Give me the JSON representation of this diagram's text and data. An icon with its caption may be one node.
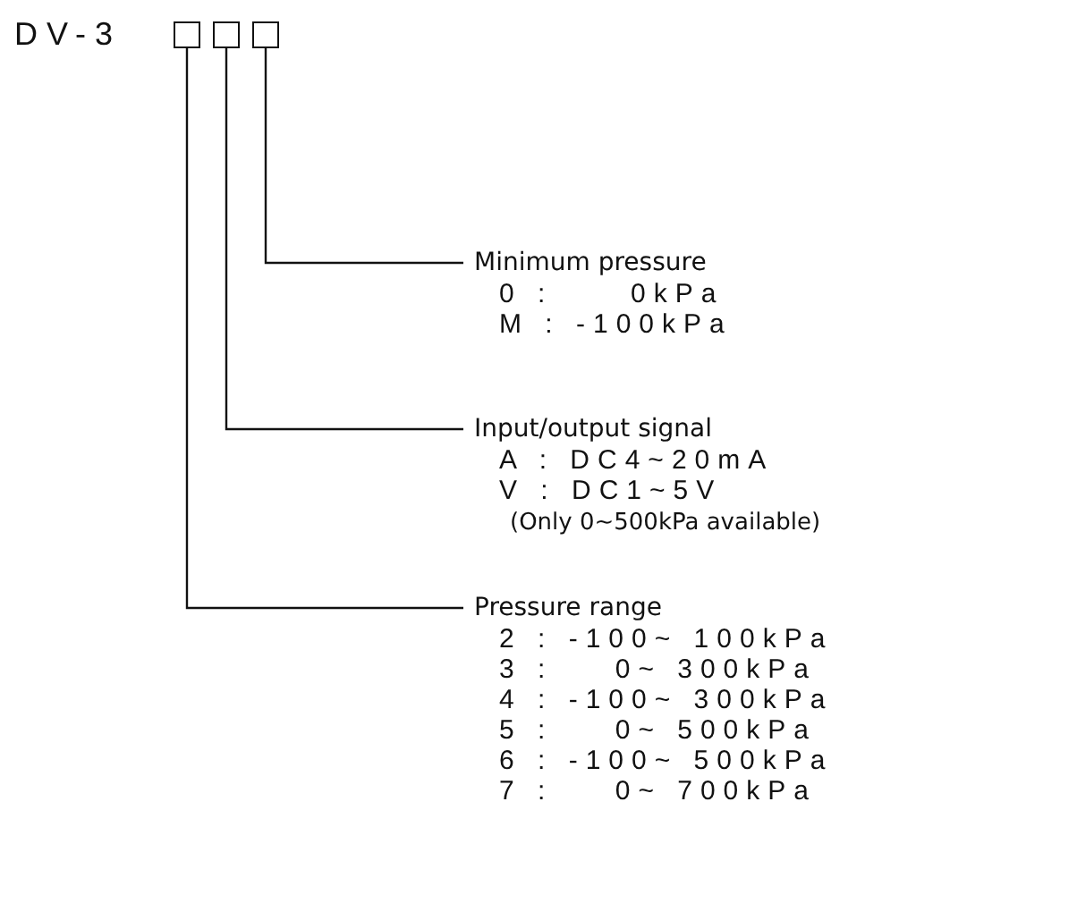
{
  "diagram": {
    "nodes": [
      {
        "text": [],
        "shape": "box"
      },
      {
        "text": [],
        "shape": "box"
      },
      {
        "text": [],
        "shape": "box"
      },
      {
        "text": [
          "Minimum pressure",
          "0 :     0kPa",
          "M : -100kPa"
        ]
      },
      {
        "text": [
          "Input/output signal",
          "A : DC4~20mA",
          "V : DC1~5V",
          "(Only 0~500kPa available)"
        ]
      },
      {
        "text": [
          "Pressure range",
          "2 : -100~ 100kPa",
          "3 :    0~ 300kPa",
          "4 : -100~ 300kPa",
          "5 :    0~ 500kPa",
          "6 : -100~ 500kPa",
          "7 :    0~ 700kPa"
        ]
      }
    ],
    "edges": [
      {
        "from": 3,
        "to": 2,
        "arrow": "none"
      },
      {
        "from": 4,
        "to": 1,
        "arrow": "none"
      },
      {
        "from": 5,
        "to": 0,
        "arrow": "none"
      }
    ],
    "labels": [
      "DV-3"
    ]
  }
}
